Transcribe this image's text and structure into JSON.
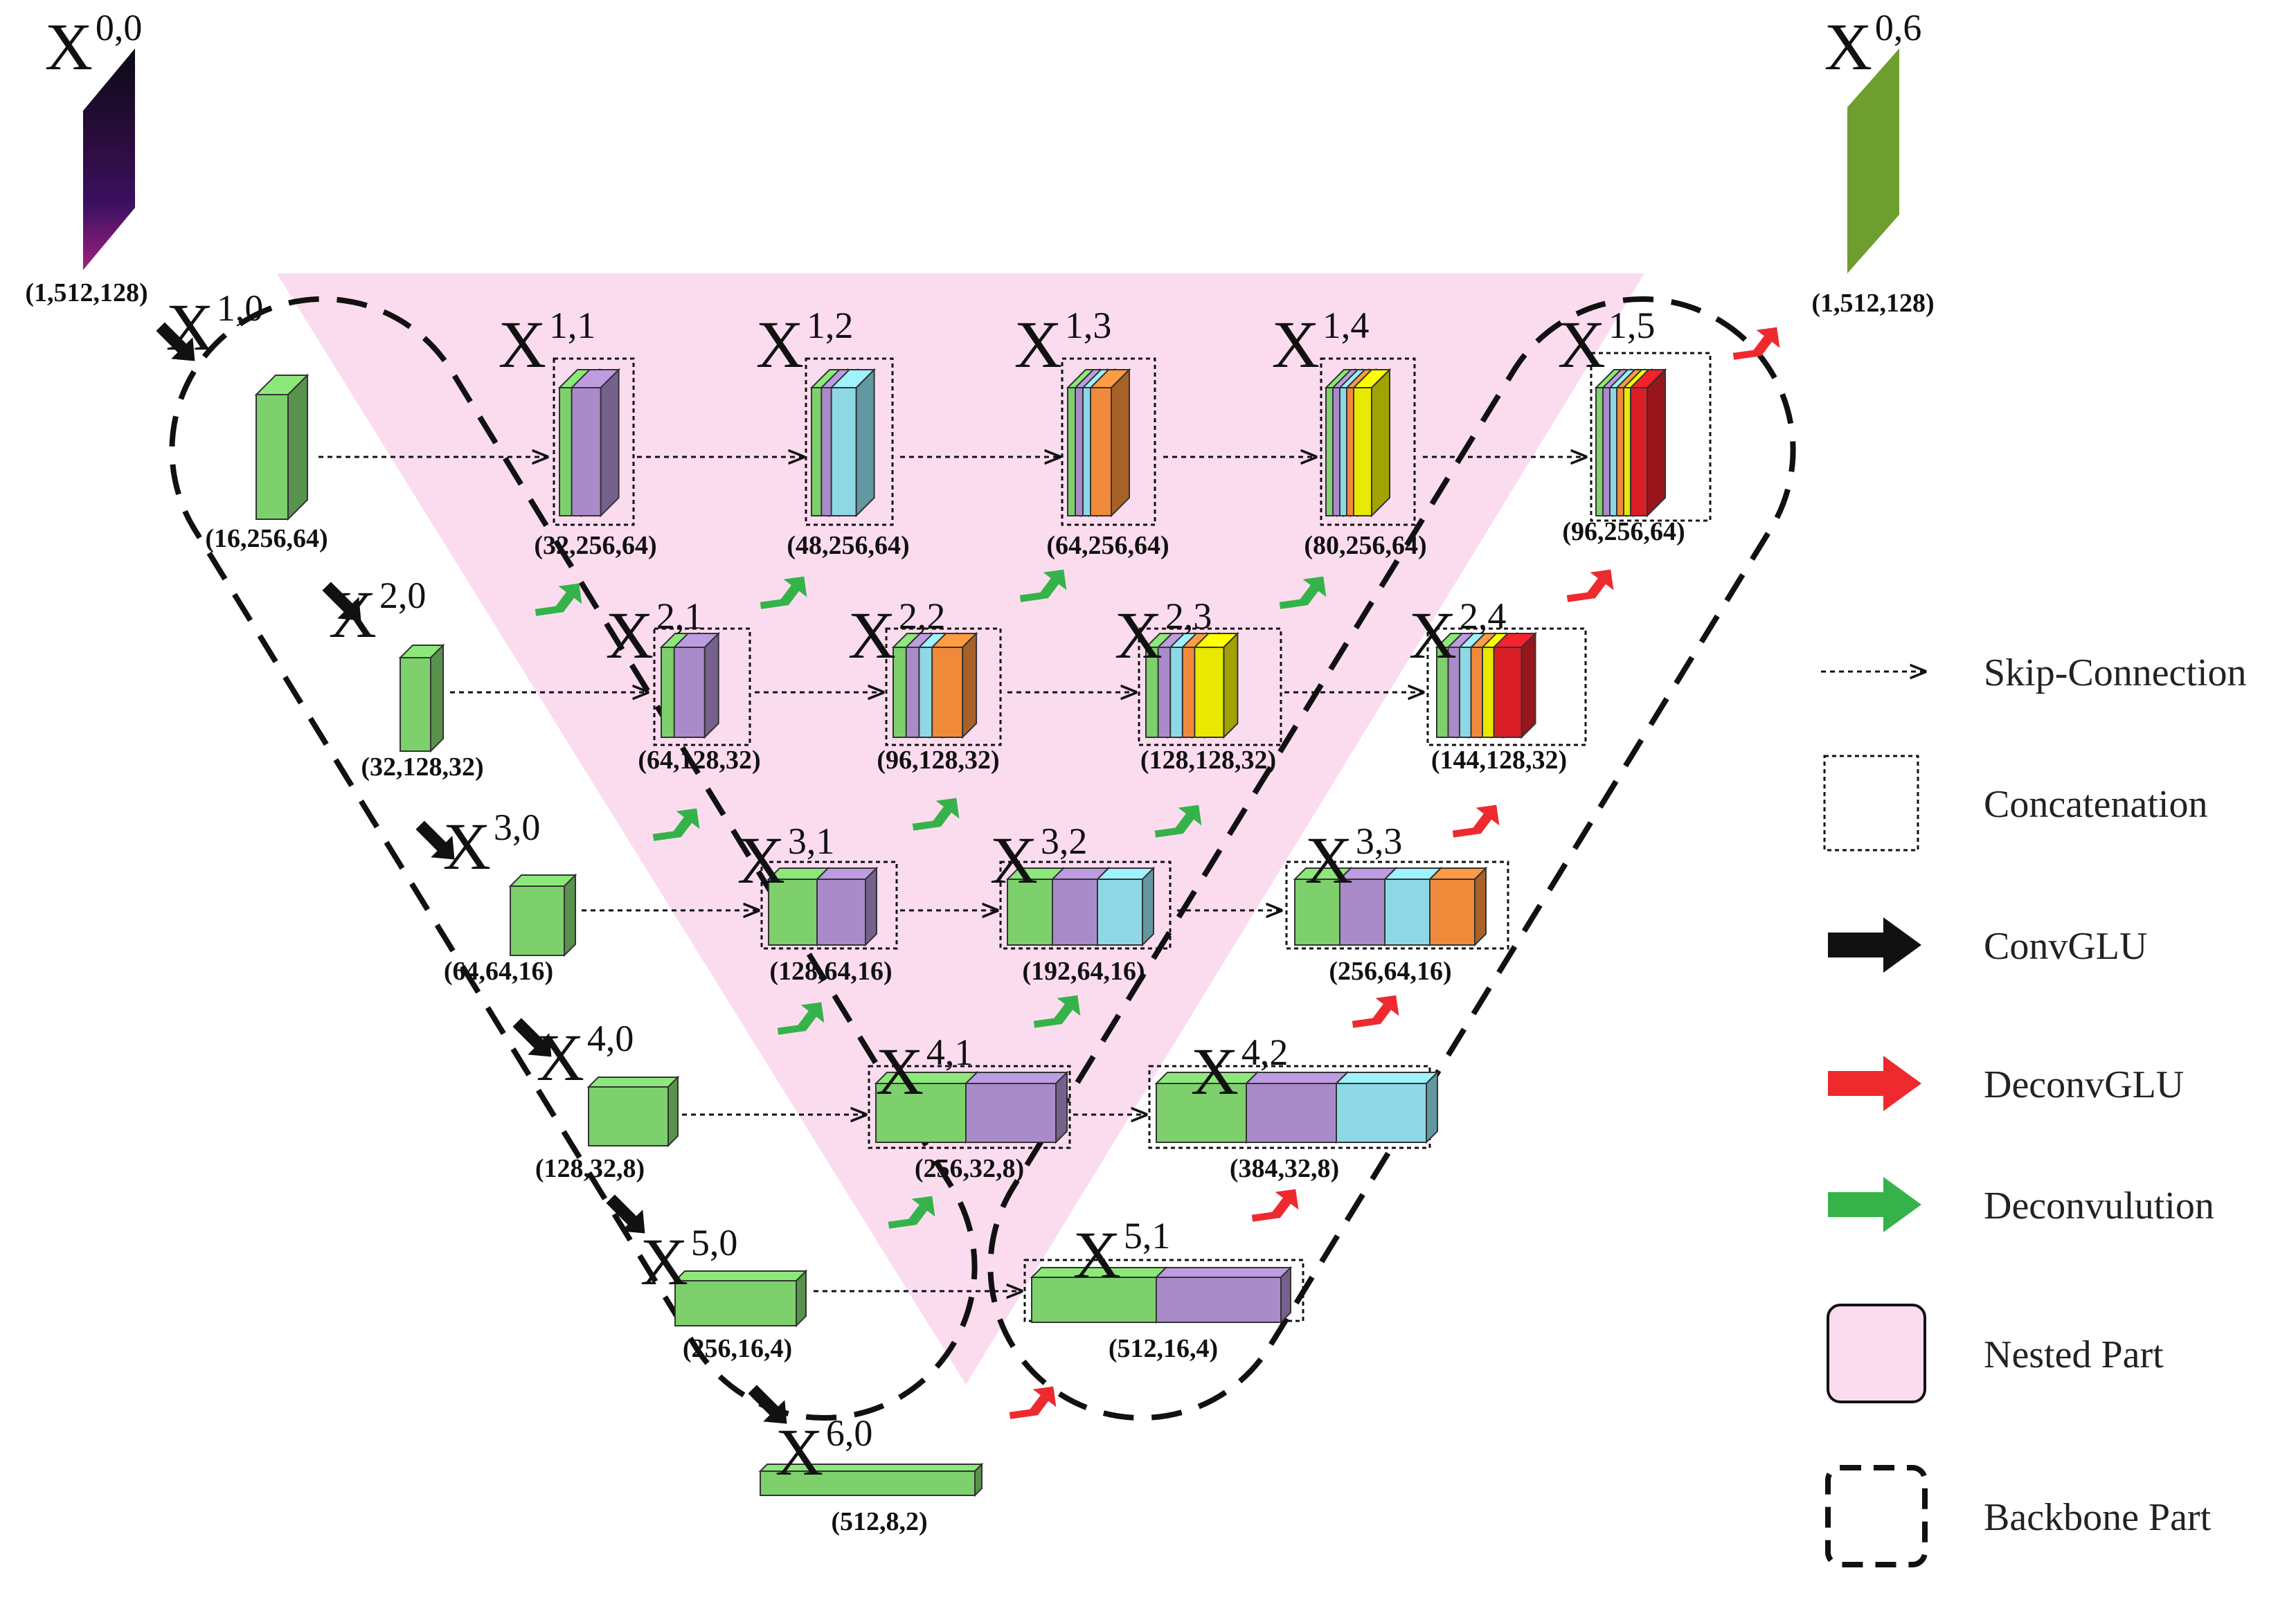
{
  "colors": {
    "nested": "#fbdcef",
    "green": "#7dd06c",
    "purple": "#a98bc9",
    "cyan": "#8ed8e6",
    "orange": "#f08a3a",
    "yellow": "#e8e800",
    "red": "#d91e28",
    "output": "#6e9e2e",
    "arrow_green": "#35b34a",
    "arrow_red": "#ee2a2f",
    "arrow_black": "#111111"
  },
  "nodes": [
    {
      "id": "X00",
      "base": "X",
      "sup": "0,0",
      "dims": "(1,512,128)"
    },
    {
      "id": "X06",
      "base": "X",
      "sup": "0,6",
      "dims": "(1,512,128)"
    },
    {
      "id": "X10",
      "base": "X",
      "sup": "1,0",
      "dims": "(16,256,64)"
    },
    {
      "id": "X11",
      "base": "X",
      "sup": "1,1",
      "dims": "(32,256,64)"
    },
    {
      "id": "X12",
      "base": "X",
      "sup": "1,2",
      "dims": "(48,256,64)"
    },
    {
      "id": "X13",
      "base": "X",
      "sup": "1,3",
      "dims": "(64,256,64)"
    },
    {
      "id": "X14",
      "base": "X",
      "sup": "1,4",
      "dims": "(80,256,64)"
    },
    {
      "id": "X15",
      "base": "X",
      "sup": "1,5",
      "dims": "(96,256,64)"
    },
    {
      "id": "X20",
      "base": "X",
      "sup": "2,0",
      "dims": "(32,128,32)"
    },
    {
      "id": "X21",
      "base": "X",
      "sup": "2,1",
      "dims": "(64,128,32)"
    },
    {
      "id": "X22",
      "base": "X",
      "sup": "2,2",
      "dims": "(96,128,32)"
    },
    {
      "id": "X23",
      "base": "X",
      "sup": "2,3",
      "dims": "(128,128,32)"
    },
    {
      "id": "X24",
      "base": "X",
      "sup": "2,4",
      "dims": "(144,128,32)"
    },
    {
      "id": "X30",
      "base": "X",
      "sup": "3,0",
      "dims": "(64,64,16)"
    },
    {
      "id": "X31",
      "base": "X",
      "sup": "3,1",
      "dims": "(128,64,16)"
    },
    {
      "id": "X32",
      "base": "X",
      "sup": "3,2",
      "dims": "(192,64,16)"
    },
    {
      "id": "X33",
      "base": "X",
      "sup": "3,3",
      "dims": "(256,64,16)"
    },
    {
      "id": "X40",
      "base": "X",
      "sup": "4,0",
      "dims": "(128,32,8)"
    },
    {
      "id": "X41",
      "base": "X",
      "sup": "4,1",
      "dims": "(256,32,8)"
    },
    {
      "id": "X42",
      "base": "X",
      "sup": "4,2",
      "dims": "(384,32,8)"
    },
    {
      "id": "X50",
      "base": "X",
      "sup": "5,0",
      "dims": "(256,16,4)"
    },
    {
      "id": "X51",
      "base": "X",
      "sup": "5,1",
      "dims": "(512,16,4)"
    },
    {
      "id": "X60",
      "base": "X",
      "sup": "6,0",
      "dims": "(512,8,2)"
    }
  ],
  "legend": [
    {
      "key": "skip",
      "label": "Skip-Connection"
    },
    {
      "key": "concat",
      "label": "Concatenation"
    },
    {
      "key": "convglu",
      "label": "ConvGLU"
    },
    {
      "key": "deconvglu",
      "label": "DeconvGLU"
    },
    {
      "key": "deconv",
      "label": "Deconvulution"
    },
    {
      "key": "nested",
      "label": "Nested Part"
    },
    {
      "key": "backbone",
      "label": "Backbone Part"
    }
  ]
}
